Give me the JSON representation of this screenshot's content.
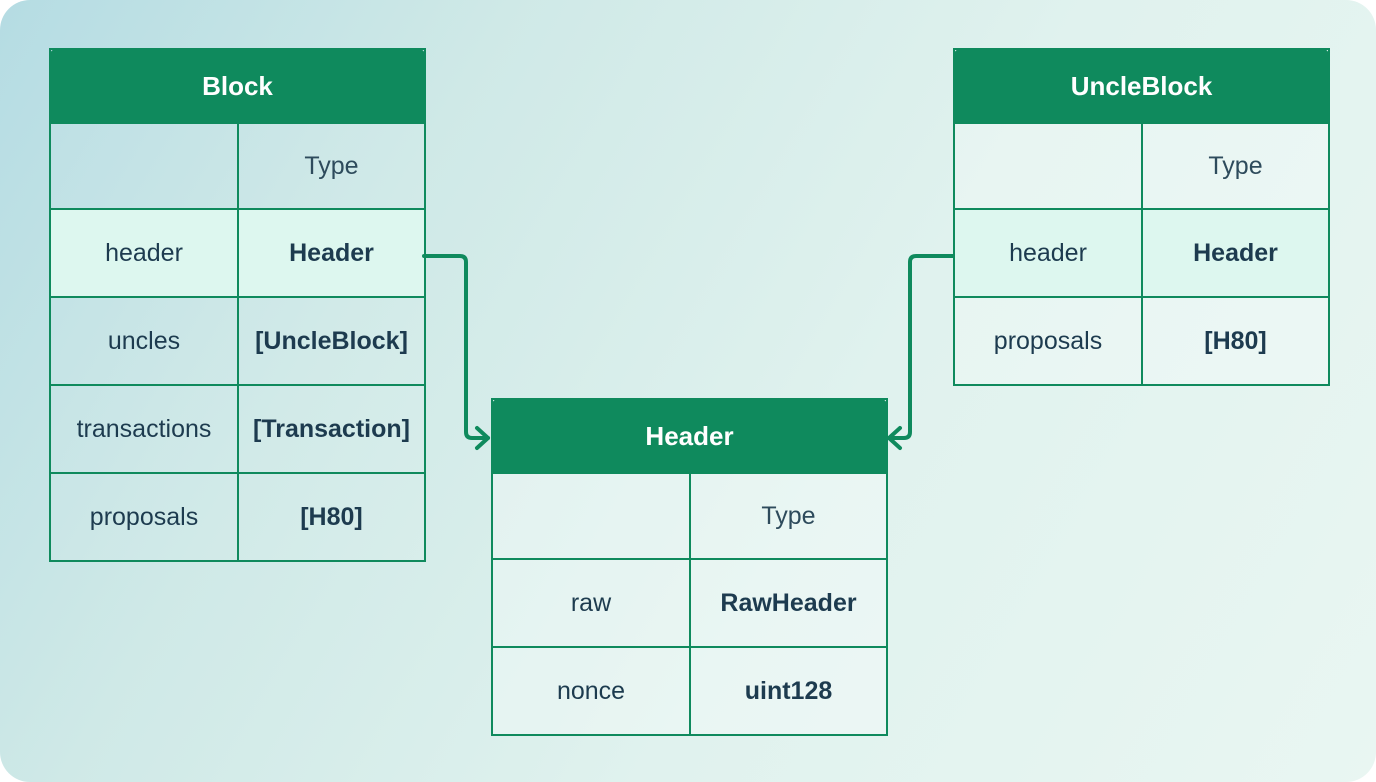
{
  "colors": {
    "accent": "#0f8a5d",
    "text": "#1d3b4f",
    "highlight": "#ddf7ef"
  },
  "tables": {
    "block": {
      "title": "Block",
      "type_header": "Type",
      "rows": [
        {
          "field": "header",
          "type": "Header"
        },
        {
          "field": "uncles",
          "type": "[UncleBlock]"
        },
        {
          "field": "transactions",
          "type": "[Transaction]"
        },
        {
          "field": "proposals",
          "type": "[H80]"
        }
      ]
    },
    "uncle_block": {
      "title": "UncleBlock",
      "type_header": "Type",
      "rows": [
        {
          "field": "header",
          "type": "Header"
        },
        {
          "field": "proposals",
          "type": "[H80]"
        }
      ]
    },
    "header": {
      "title": "Header",
      "type_header": "Type",
      "rows": [
        {
          "field": "raw",
          "type": "RawHeader"
        },
        {
          "field": "nonce",
          "type": "uint128"
        }
      ]
    }
  },
  "links": [
    {
      "from": "Block.header",
      "to": "Header"
    },
    {
      "from": "UncleBlock.header",
      "to": "Header"
    }
  ]
}
